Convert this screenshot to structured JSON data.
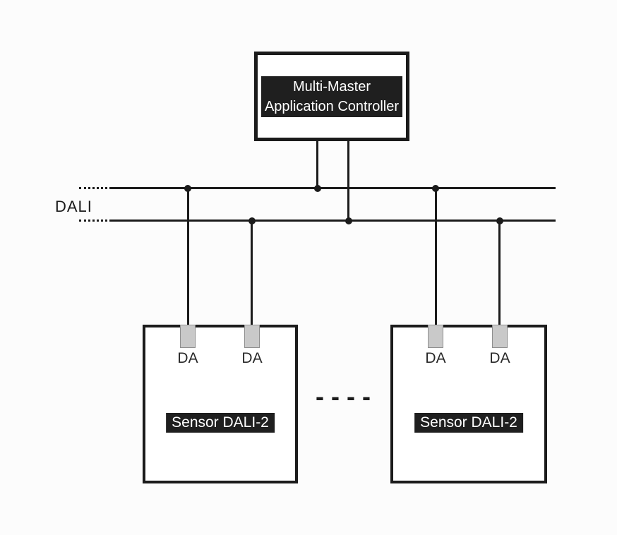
{
  "controller": {
    "label_line1": "Multi-Master",
    "label_line2": "Application Controller"
  },
  "bus": {
    "label": "DALI",
    "wire_count": 2
  },
  "sensors": [
    {
      "label": "Sensor DALI-2",
      "terminals": [
        {
          "label": "DA"
        },
        {
          "label": "DA"
        }
      ]
    },
    {
      "label": "Sensor DALI-2",
      "terminals": [
        {
          "label": "DA"
        },
        {
          "label": "DA"
        }
      ]
    }
  ],
  "separator": {
    "text": "- - - -"
  },
  "colors": {
    "line": "#1b1b1b",
    "label_bg": "#1f1f1f",
    "label_text": "#ffffff",
    "terminal_fill": "#c9c9c9",
    "terminal_border": "#8f8f8f",
    "background": "#fcfcfc"
  }
}
